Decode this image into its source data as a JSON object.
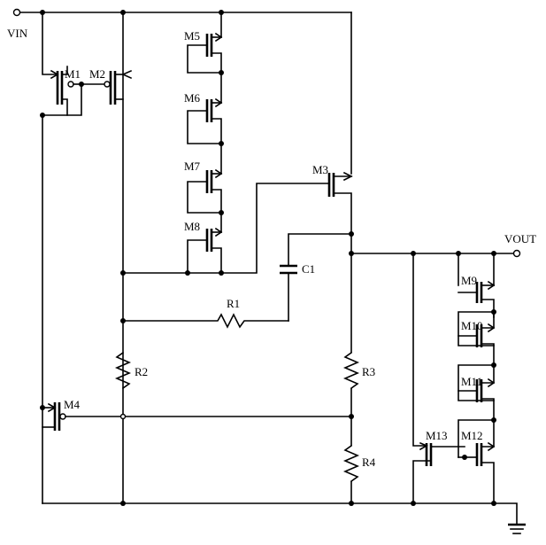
{
  "ports": {
    "vin": "VIN",
    "vout": "VOUT"
  },
  "transistors": {
    "m1": "M1",
    "m2": "M2",
    "m3": "M3",
    "m4": "M4",
    "m5": "M5",
    "m6": "M6",
    "m7": "M7",
    "m8": "M8",
    "m9": "M9",
    "m10": "M10",
    "m11": "M11",
    "m12": "M12",
    "m13": "M13"
  },
  "passives": {
    "r1": "R1",
    "r2": "R2",
    "r3": "R3",
    "r4": "R4",
    "c1": "C1"
  }
}
